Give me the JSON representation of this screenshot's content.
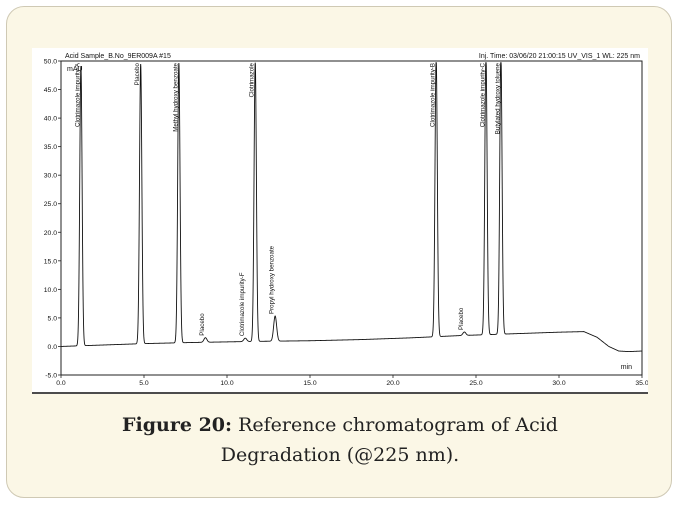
{
  "figure": {
    "label": "Figure 20:",
    "text_line1": "Reference chromatogram of Acid",
    "text_line2": "Degradation (@225 nm)."
  },
  "chart_data": {
    "type": "line",
    "header_left": "Acid Sample_B.No_9ER009A #15",
    "header_right": "Inj. Time: 03/06/20 21:00:15 UV_VIS_1 WL: 225 nm",
    "ylabel": "mAU",
    "xlabel": "min",
    "xlim": [
      0,
      35
    ],
    "ylim": [
      -5,
      50
    ],
    "x_ticks": [
      "0.0",
      "5.0",
      "10.0",
      "15.0",
      "20.0",
      "25.0",
      "30.0",
      "35.0"
    ],
    "y_ticks": [
      "-5.0",
      "0.0",
      "5.0",
      "10.0",
      "15.0",
      "20.0",
      "25.0",
      "30.0",
      "35.0",
      "40.0",
      "45.0",
      "50.0"
    ],
    "grid": false,
    "peaks": [
      {
        "label": "Clotrimazole impurity-A",
        "rt": 1.2,
        "height": 49
      },
      {
        "label": "Placebo",
        "rt": 4.8,
        "height": 49
      },
      {
        "label": "Methyl hydroxy benzoate",
        "rt": 7.1,
        "height": 49
      },
      {
        "label": "Placebo",
        "rt": 8.7,
        "height": 0.8
      },
      {
        "label": "Clotrimazole impurity-F",
        "rt": 11.1,
        "height": 0.6
      },
      {
        "label": "Clotrimazole",
        "rt": 11.7,
        "height": 49
      },
      {
        "label": "Propyl hydroxy benzoate",
        "rt": 12.9,
        "height": 4.4
      },
      {
        "label": "Clotrimazole impurity-B",
        "rt": 22.6,
        "height": 49
      },
      {
        "label": "Placebo",
        "rt": 24.3,
        "height": 0.6
      },
      {
        "label": "Clotrimazole impurity-C",
        "rt": 25.6,
        "height": 49
      },
      {
        "label": "Butylated hydroxy toluene",
        "rt": 26.5,
        "height": 49
      }
    ],
    "baseline": [
      [
        0,
        0
      ],
      [
        2,
        0.2
      ],
      [
        5,
        0.5
      ],
      [
        8,
        0.7
      ],
      [
        12,
        0.9
      ],
      [
        15,
        1.0
      ],
      [
        18,
        1.2
      ],
      [
        21,
        1.5
      ],
      [
        24,
        1.9
      ],
      [
        26,
        2.1
      ],
      [
        28,
        2.3
      ],
      [
        30,
        2.5
      ],
      [
        31.5,
        2.6
      ],
      [
        32.3,
        1.6
      ],
      [
        33,
        0.0
      ],
      [
        33.6,
        -0.8
      ],
      [
        34.2,
        -0.9
      ],
      [
        35,
        -0.8
      ]
    ]
  }
}
